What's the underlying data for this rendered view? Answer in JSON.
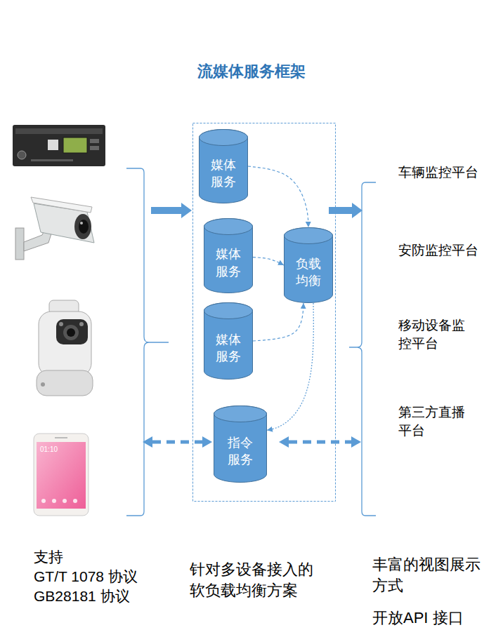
{
  "diagram": {
    "title": "流媒体服务框架",
    "nodes": [
      {
        "text": [
          "媒体服务"
        ]
      },
      {
        "text": [
          "媒体服务"
        ]
      },
      {
        "text": [
          "负载均衡"
        ]
      },
      {
        "text": [
          "媒体服务"
        ]
      },
      {
        "text": [
          "指令服务"
        ]
      }
    ],
    "edges": [
      {
        "from": 0,
        "to": 2,
        "arrow": "to"
      },
      {
        "from": 1,
        "to": 2,
        "arrow": "to"
      },
      {
        "from": 3,
        "to": 2,
        "arrow": "to"
      },
      {
        "from": 2,
        "to": 4,
        "arrow": "to"
      }
    ],
    "labels": [
      "车辆监控平台",
      "安防监控平台",
      "移动设备监控平台",
      "第三方直播平台",
      "01:10",
      "支持",
      "GT/T 1078 协议",
      "GB28181 协议",
      "针对多设备接入的软负载均衡方案",
      "丰富的视图展示方式",
      "开放API 接口"
    ]
  }
}
